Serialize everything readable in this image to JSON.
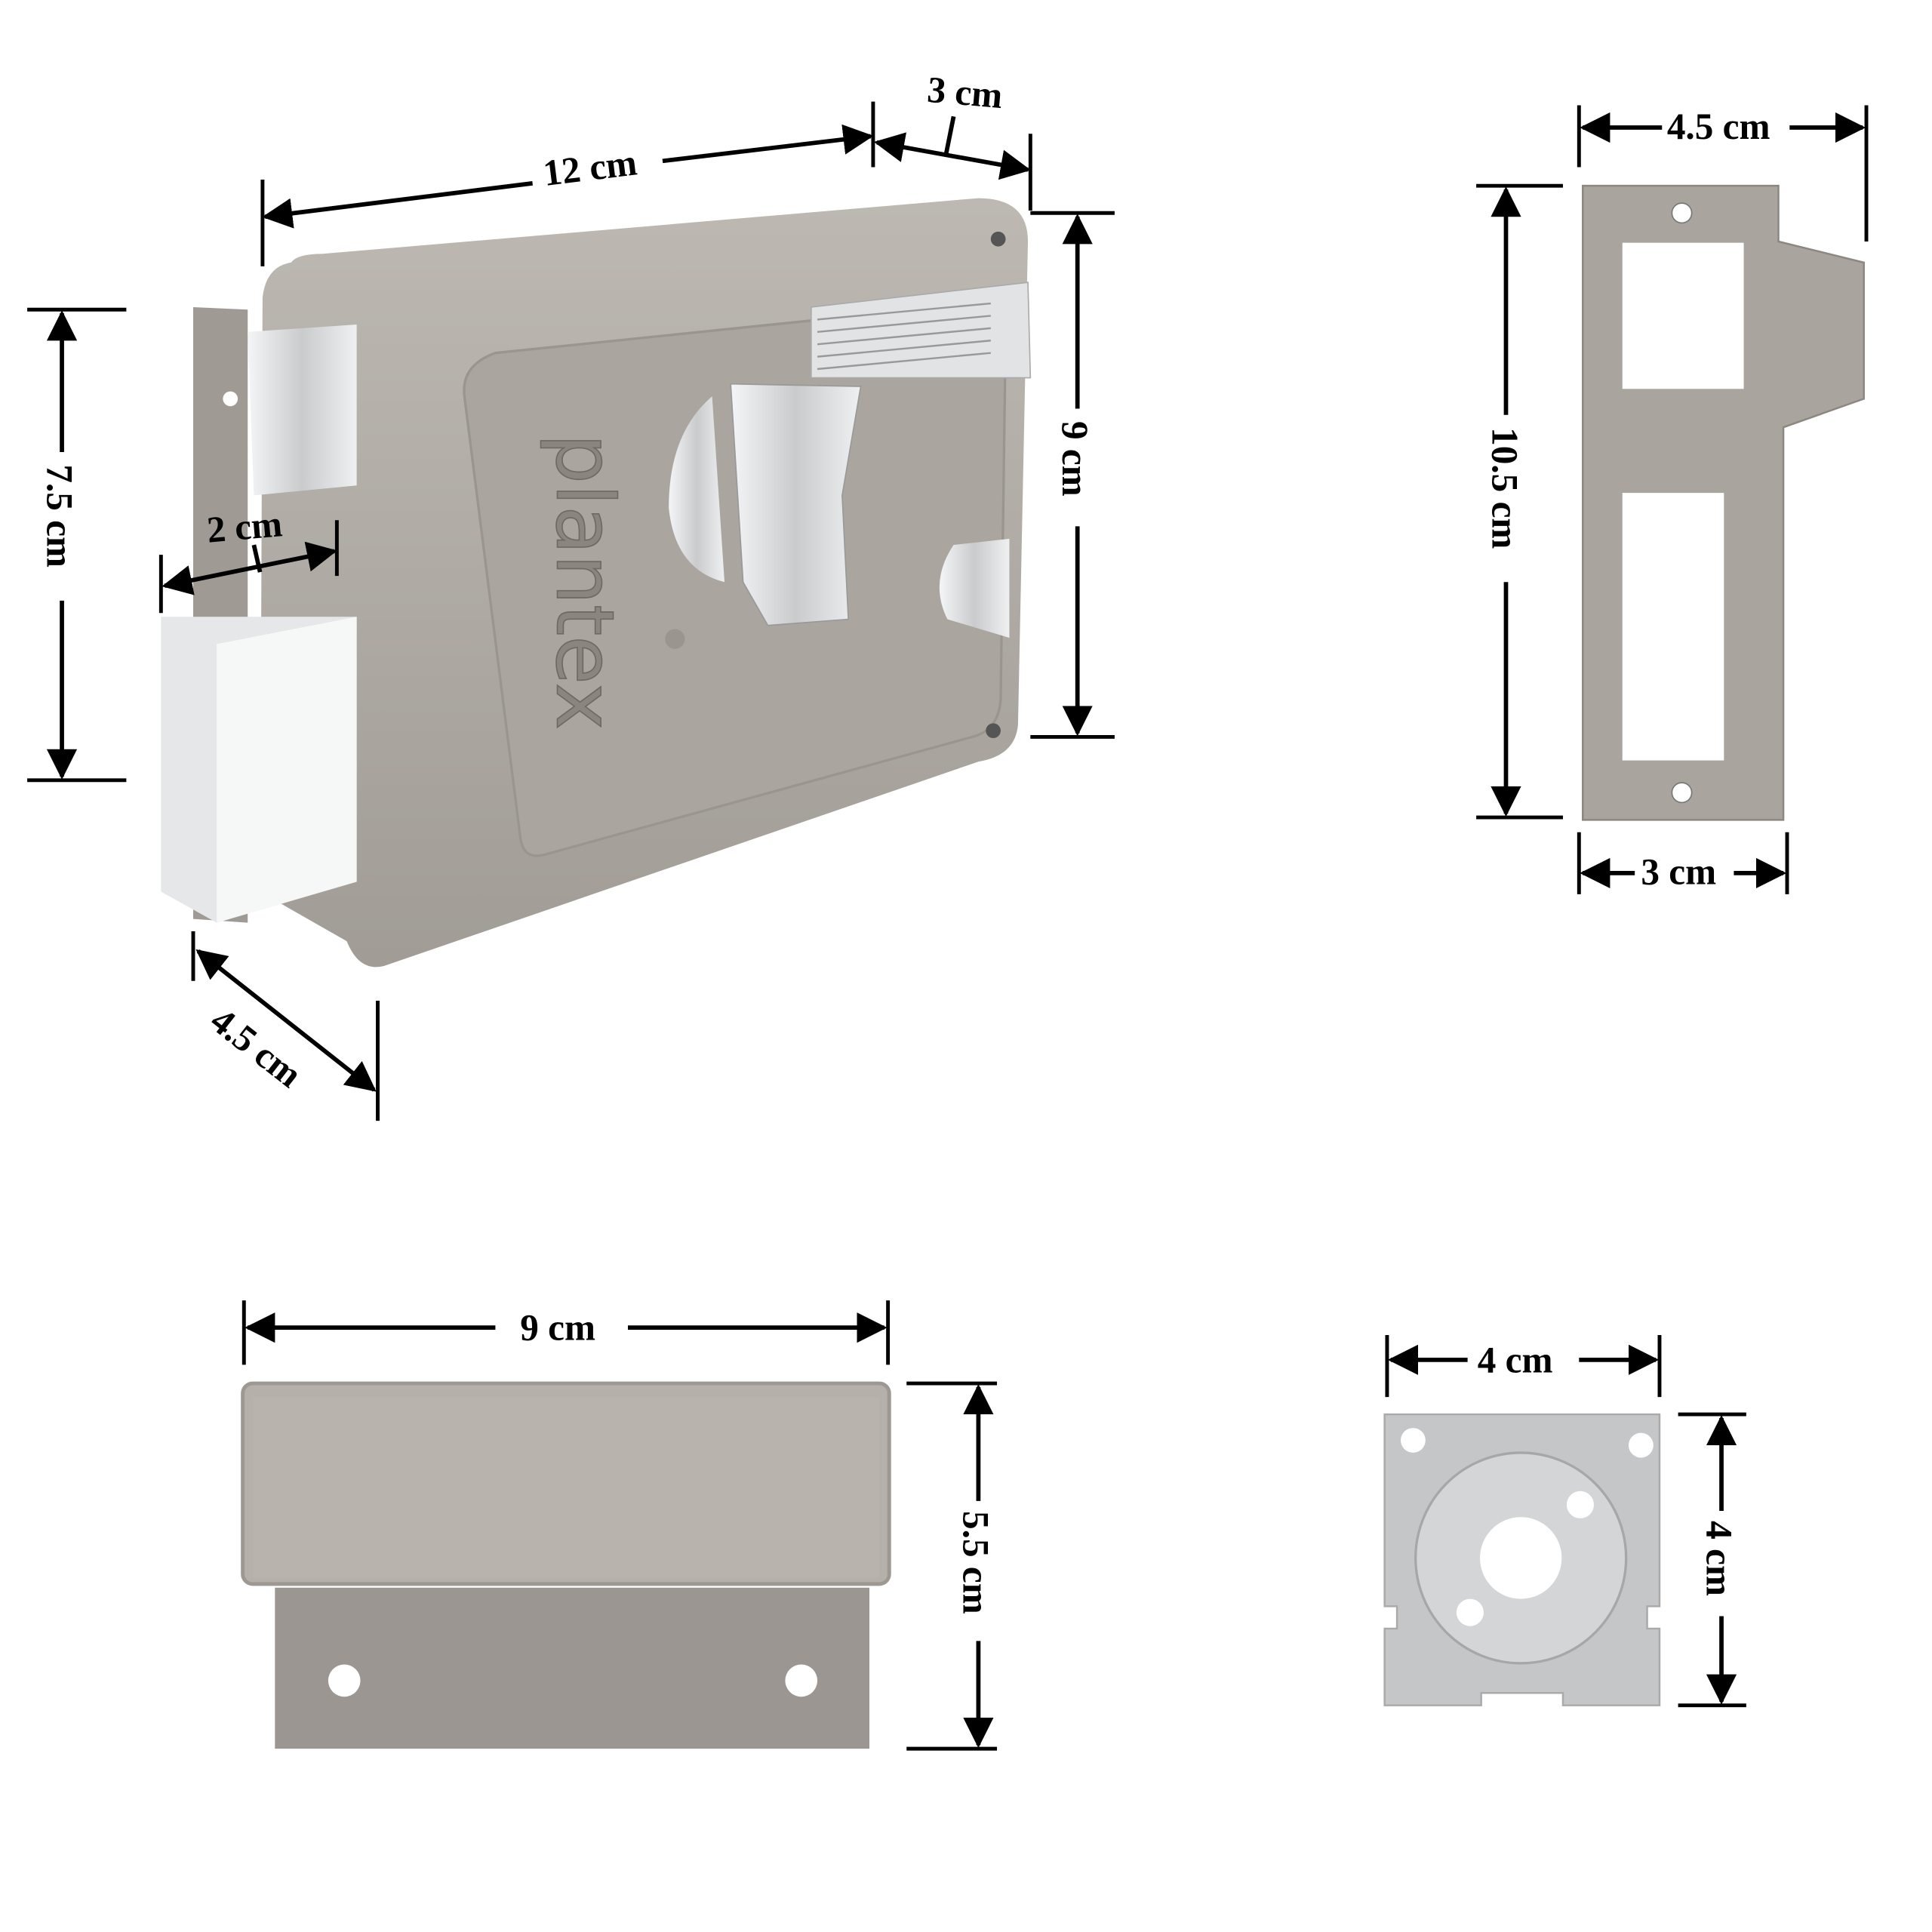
{
  "brand": "plantex",
  "colors": {
    "body": "#a9a49e",
    "body_light": "#bab5af",
    "body_dark": "#8f8a85",
    "chrome": "#dfe1e3",
    "plate_silver": "#c4c6c8",
    "line": "#000000"
  },
  "lock_body": {
    "width_label": "12 cm",
    "depth_label": "3 cm",
    "height_label": "9 cm",
    "side_height_label": "7.5 cm",
    "bolt_label": "2 cm",
    "base_depth_label": "4.5 cm"
  },
  "striker_plate": {
    "top_width_label": "4.5 cm",
    "height_label": "10.5 cm",
    "bottom_width_label": "3 cm"
  },
  "keeper": {
    "width_label": "9 cm",
    "height_label": "5.5 cm"
  },
  "cylinder_plate": {
    "width_label": "4 cm",
    "height_label": "4 cm"
  }
}
